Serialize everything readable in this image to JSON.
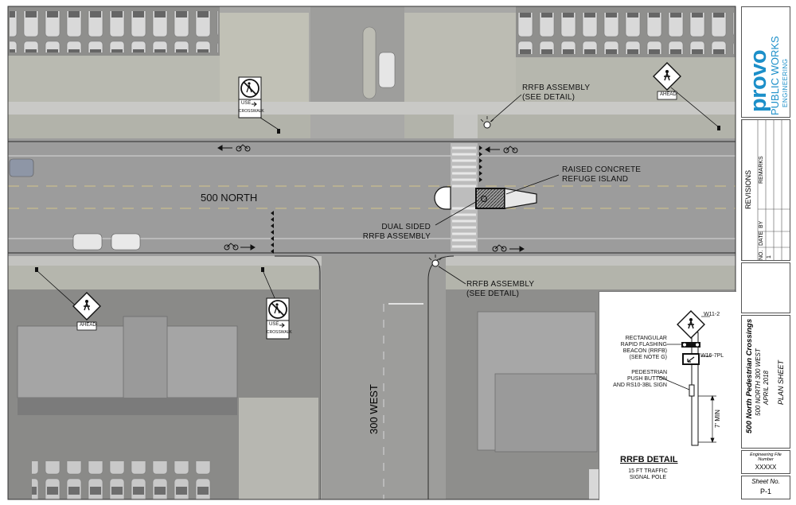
{
  "plan": {
    "street_name": "500 NORTH",
    "cross_street": "300 WEST",
    "callouts": {
      "rrfb_top": [
        "RRFB ASSEMBLY",
        "(SEE DETAIL)"
      ],
      "refuge": [
        "RAISED CONCRETE",
        "REFUGE ISLAND"
      ],
      "dual_sided": [
        "DUAL SIDED",
        "RRFB ASSEMBLY"
      ],
      "rrfb_bottom": [
        "RRFB ASSEMBLY",
        "(SEE DETAIL)"
      ]
    },
    "sign_text": {
      "ahead": "AHEAD",
      "use": "USE",
      "crosswalk": "CROSSWALK"
    }
  },
  "detail": {
    "title": "RRFB DETAIL",
    "subtitle": [
      "15 FT TRAFFIC",
      "SIGNAL POLE"
    ],
    "sign_code_1": "W11-2",
    "sign_code_2": "W16-7PL",
    "beacon_note": [
      "RECTANGULAR",
      "RAPID FLASHING",
      "BEACON (RRFB)",
      "(SEE NOTE G)"
    ],
    "push_note": [
      "PEDESTRIAN",
      "PUSH BUTTON",
      "AND RS10-3BL SIGN"
    ],
    "min_height": "7' MIN"
  },
  "title_block": {
    "logo_word": "provo",
    "dept_line_1": "PUBLIC WORKS",
    "dept_line_2": "ENGINEERING",
    "revisions": "REVISIONS",
    "rev_columns": [
      "NO.",
      "DATE",
      "BY",
      "REMARKS"
    ],
    "rev_first_no": "1",
    "project_title": "500 North Pedestrian Crossings",
    "project_location": "500 NORTH 300 WEST",
    "project_date": "APRIL 2018",
    "sheet_type": "PLAN SHEET",
    "eng_file_label": [
      "Engineering File",
      "Number"
    ],
    "eng_file_value": "XXXXX",
    "sheet_no_label": "Sheet No.",
    "sheet_no_value": "P-1"
  },
  "colors": {
    "brand": "#1c8fc9",
    "asphalt": "#9c9c9c",
    "grass": "#b9bab1",
    "roof": "#a3a3a3"
  }
}
